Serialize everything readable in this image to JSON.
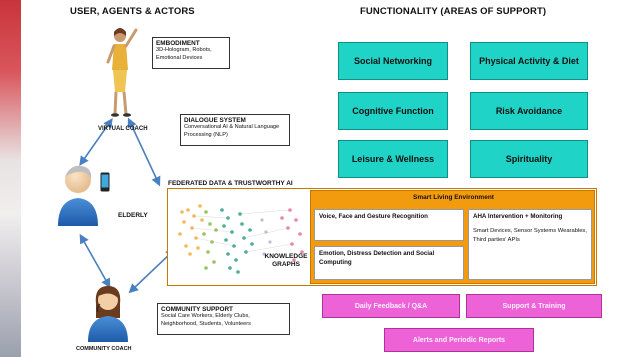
{
  "headings": {
    "left": "USER, AGENTS & ACTORS",
    "right": "FUNCTIONALITY (AREAS OF SUPPORT)"
  },
  "actors": {
    "virtual_coach": "VIRTUAL COACH",
    "elderly": "ELDERLY",
    "community_coach": "COMMUNITY COACH"
  },
  "info_boxes": {
    "embodiment": {
      "title": "EMBODIMENT",
      "desc": "3D-Hologram, Robots, Emotional Devices"
    },
    "dialogue": {
      "title": "DIALOGUE SYSTEM",
      "desc": "Conversational AI & Natural Language Processing (NLP)"
    },
    "community": {
      "title": "COMMUNITY SUPPORT",
      "desc": "Social Care Workers, Elderly Clubs, Neighborhood, Students, Volunteers"
    }
  },
  "functionality": [
    "Social Networking",
    "Physical Activity & Diet",
    "Cognitive Function",
    "Risk Avoidance",
    "Leisure & Wellness",
    "Spirituality"
  ],
  "federated": {
    "title": "FEDERATED DATA & TRUSTWORTHY AI",
    "kg_label": "KNOWLEDGE GRAPHS",
    "smart_living": "Smart Living Environment",
    "voice": "Voice, Face and Gesture Recognition",
    "emotion": "Emotion, Distress Detection and Social Computing",
    "aha_title": "AHA Intervention + Monitoring",
    "aha_desc": "Smart Devices, Sensor Systems Wearables, Third parties' APIs"
  },
  "bottom": {
    "daily": "Daily Feedback / Q&A",
    "support": "Support & Training",
    "alerts": "Alerts and Periodic Reports"
  },
  "colors": {
    "teal": "#1fd3c6",
    "orange": "#f39b0f",
    "pink": "#ee62d8",
    "arrow": "#4a7fc1"
  }
}
